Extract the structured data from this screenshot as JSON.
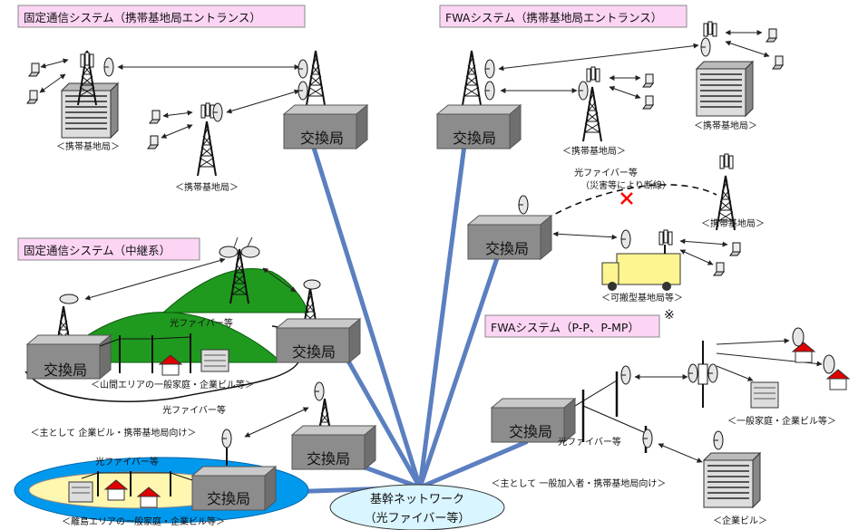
{
  "sections": {
    "fixed_entrance": "固定通信システム（携帯基地局エントランス）",
    "fwa_entrance": "FWAシステム（携帯基地局エントランス）",
    "fixed_relay": "固定通信システム（中継系）",
    "fwa_pmp": "FWAシステム（P-P、P-MP）",
    "fwa_pmp_mark": "※"
  },
  "exchange_label": "交換局",
  "labels": {
    "mobile_base_station": "＜携帯基地局＞",
    "fiber_etc": "光ファイバー等",
    "disaster_cut": "（災害等により断線）",
    "portable_base_station": "＜可搬型基地局等＞",
    "mountain_area": "＜山間エリアの一般家庭・企業ビル等＞",
    "for_business_mobile": "＜主として 企業ビル・携帯基地局向け＞",
    "island_area": "＜離島エリアの一般家庭・企業ビル等＞",
    "for_subscribers_mobile": "＜主として 一般加入者・携帯基地局向け＞",
    "homes_business": "＜一般家庭・企業ビル等＞",
    "business_building": "＜企業ビル＞"
  },
  "backbone": {
    "line1": "基幹ネットワーク",
    "line2": "（光ファイバー等）"
  },
  "colors": {
    "backbone_line": "#5b7fc0",
    "label_box_fill": "#fcd5f4",
    "ellipse_fill": "#d9f5ff",
    "island_sea": "#0099ee",
    "island_land": "#fff6b0",
    "hill": "#1f9a1f",
    "truck": "#fff590",
    "roof": "#e00000",
    "x_mark": "#ff0000",
    "exchange_box": "#8c8c8c"
  }
}
